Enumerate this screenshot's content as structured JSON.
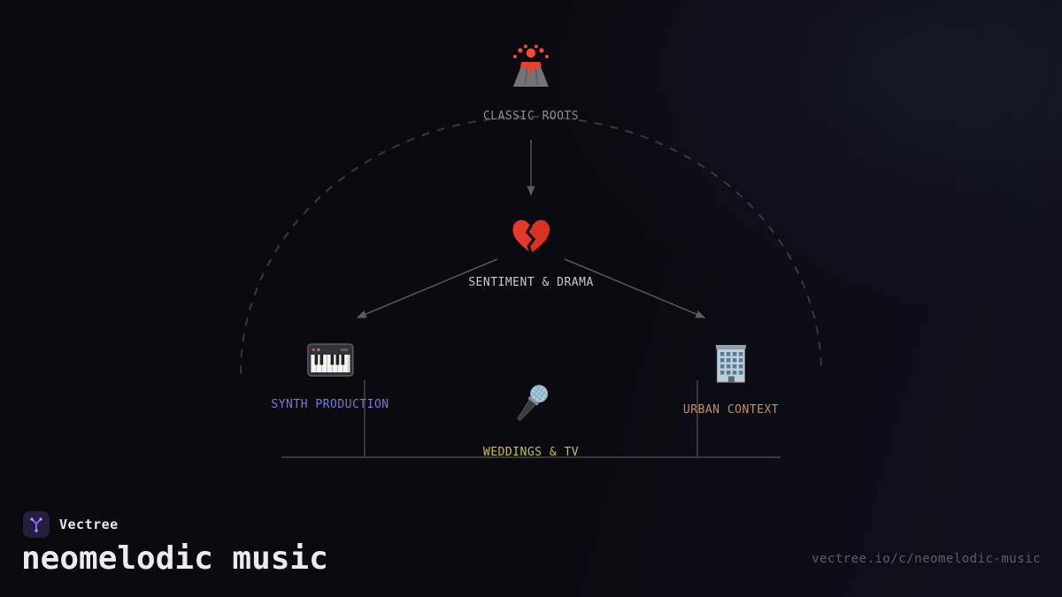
{
  "diagram": {
    "nodes": [
      {
        "id": "classic-roots",
        "label": "CLASSIC ROOTS",
        "icon": "volcano-icon",
        "label_color": "#8f8f8a"
      },
      {
        "id": "sentiment-drama",
        "label": "SENTIMENT & DRAMA",
        "icon": "broken-heart-icon",
        "label_color": "#c7cad4"
      },
      {
        "id": "synth-production",
        "label": "SYNTH PRODUCTION",
        "icon": "piano-icon",
        "label_color": "#7979d6"
      },
      {
        "id": "weddings-tv",
        "label": "WEDDINGS & TV",
        "icon": "microphone-icon",
        "label_color": "#cbbf4e"
      },
      {
        "id": "urban-context",
        "label": "URBAN CONTEXT",
        "icon": "building-icon",
        "label_color": "#c48c66"
      }
    ]
  },
  "footer": {
    "brand": "Vectree",
    "title": "neomelodic music",
    "url": "vectree.io/c/neomelodic-music",
    "accent_color": "#8b5cf6"
  }
}
